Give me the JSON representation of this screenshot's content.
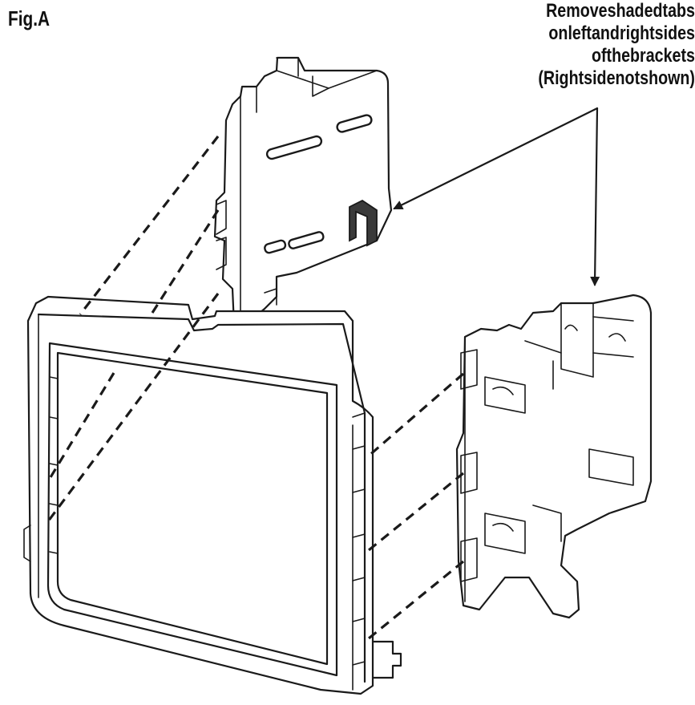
{
  "figure": {
    "label": "Fig.A",
    "callout_lines": [
      "Removeshadedtabs",
      "onleftandrightsides",
      "ofthebrackets",
      "(Rightsidenotshown)"
    ]
  },
  "colors": {
    "line": "#1a1a1a",
    "shaded_tab": "#3a3a3a",
    "background": "#ffffff"
  }
}
